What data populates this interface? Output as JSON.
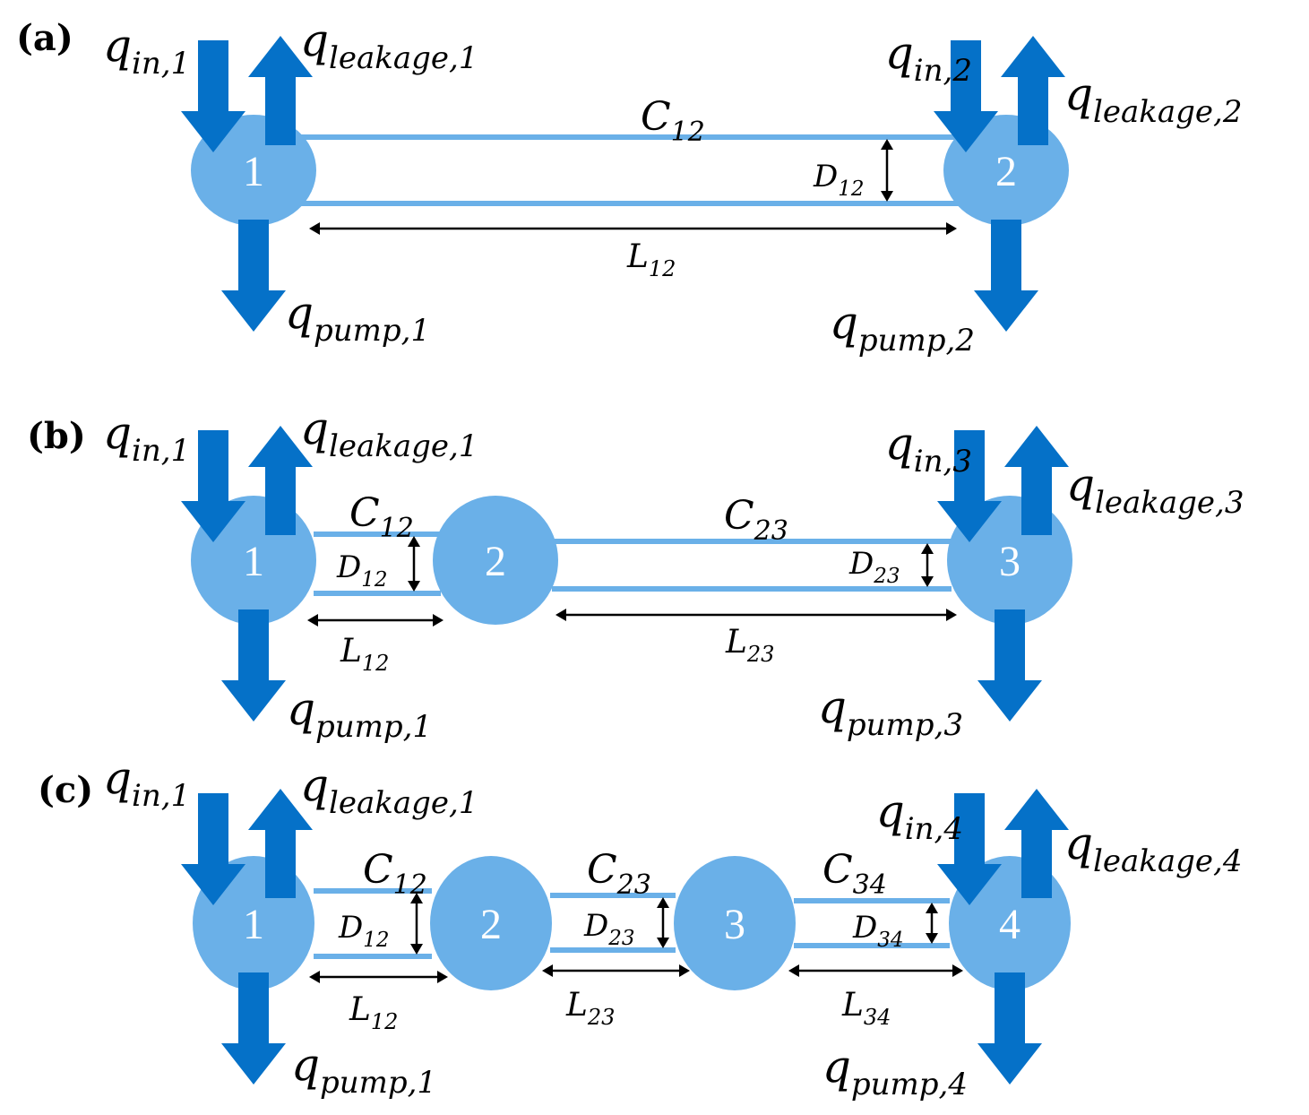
{
  "colors": {
    "node": "#6ab0e8",
    "pipe": "#6ab0e8",
    "arrow": "#0571c8",
    "dimension": "#000000",
    "node_text": "#ffffff"
  },
  "panels": [
    {
      "id": "a",
      "letter": "(a)",
      "nodes": [
        "1",
        "2"
      ],
      "pipes": [
        {
          "C": "12",
          "D": "12",
          "L": "12"
        }
      ],
      "flows": [
        {
          "node": "1",
          "in": "in,1",
          "leakage": "leakage,1",
          "pump": "pump,1"
        },
        {
          "node": "2",
          "in": "in,2",
          "leakage": "leakage,2",
          "pump": "pump,2"
        }
      ]
    },
    {
      "id": "b",
      "letter": "(b)",
      "nodes": [
        "1",
        "2",
        "3"
      ],
      "pipes": [
        {
          "C": "12",
          "D": "12",
          "L": "12"
        },
        {
          "C": "23",
          "D": "23",
          "L": "23"
        }
      ],
      "flows": [
        {
          "node": "1",
          "in": "in,1",
          "leakage": "leakage,1",
          "pump": "pump,1"
        },
        {
          "node": "3",
          "in": "in,3",
          "leakage": "leakage,3",
          "pump": "pump,3"
        }
      ]
    },
    {
      "id": "c",
      "letter": "(c)",
      "nodes": [
        "1",
        "2",
        "3",
        "4"
      ],
      "pipes": [
        {
          "C": "12",
          "D": "12",
          "L": "12"
        },
        {
          "C": "23",
          "D": "23",
          "L": "23"
        },
        {
          "C": "34",
          "D": "34",
          "L": "34"
        }
      ],
      "flows": [
        {
          "node": "1",
          "in": "in,1",
          "leakage": "leakage,1",
          "pump": "pump,1"
        },
        {
          "node": "4",
          "in": "in,4",
          "leakage": "leakage,4",
          "pump": "pump,4"
        }
      ]
    }
  ]
}
